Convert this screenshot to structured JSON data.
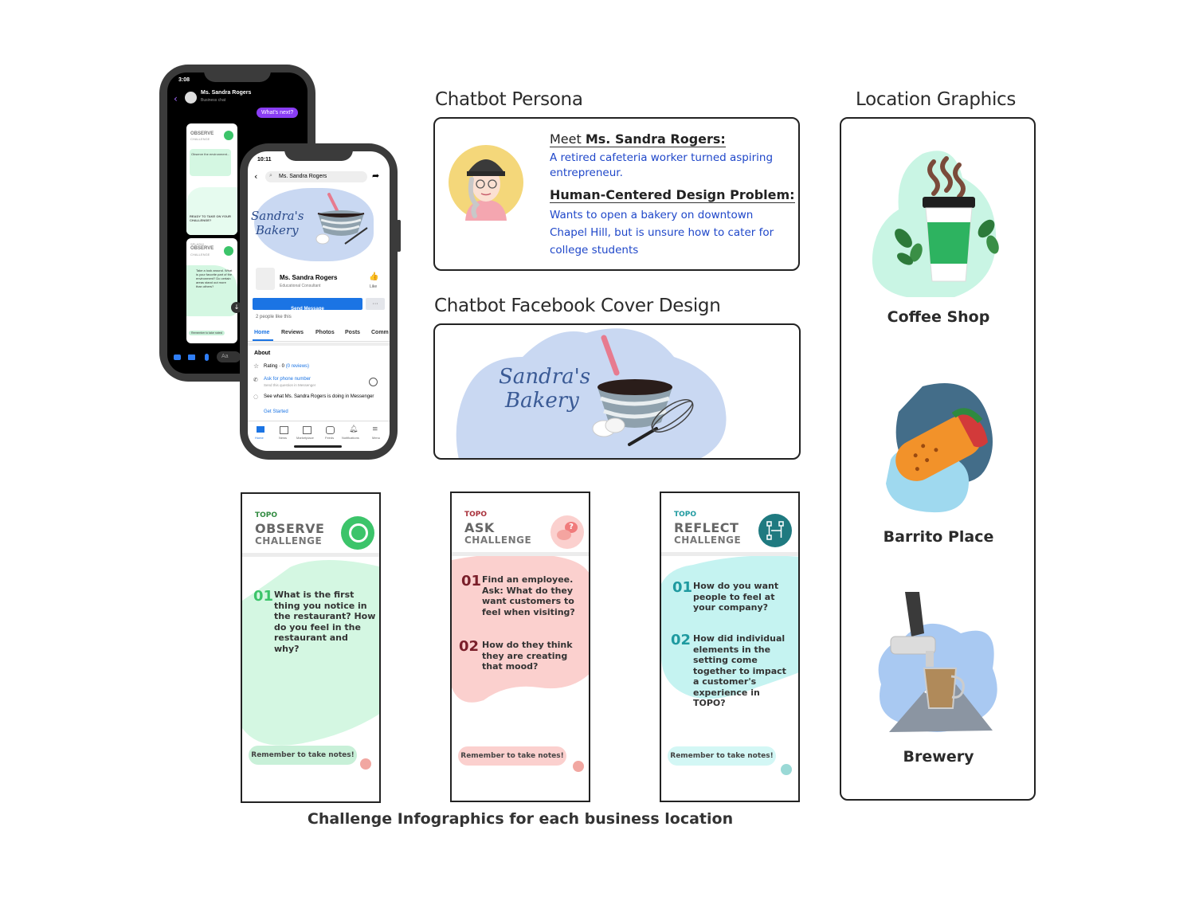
{
  "headings": {
    "persona": "Chatbot Persona",
    "cover": "Chatbot Facebook Cover Design",
    "location": "Location Graphics",
    "challenges": "Challenge Infographics for each business location"
  },
  "persona": {
    "meet_prefix": "Meet ",
    "meet_name": "Ms. Sandra Rogers:",
    "meet_text": "A retired cafeteria worker turned aspiring entrepreneur.",
    "problem_label": "Human-Centered Design Problem:",
    "problem_text": "Wants to open a bakery on downtown Chapel Hill, but is unsure how to cater for college students"
  },
  "cover": {
    "brand_line1": "Sandra's",
    "brand_line2": "Bakery"
  },
  "locations": [
    {
      "label": "Coffee Shop",
      "icon": "coffee-cup-icon"
    },
    {
      "label": "Barrito Place",
      "icon": "burrito-icon"
    },
    {
      "label": "Brewery",
      "icon": "beer-tap-icon"
    }
  ],
  "phone_back": {
    "time": "3:08",
    "contact": "Ms. Sandra Rogers",
    "contact_sub": "Business chat",
    "user_bubble": "What's next?",
    "card1_title": "OBSERVE",
    "card1_sub": "CHALLENGE",
    "card1_text": "Observe the environment...",
    "card2_text": "READY TO TAKE ON YOUR CHALLENGE?",
    "card3_topo": "SPLASH!",
    "card3_title": "OBSERVE",
    "card3_sub": "CHALLENGE",
    "card3_text": "Take a look around. What is your favorite part of the environment? Do certain areas stand out more than others?",
    "note": "Remember to take notes!",
    "input_placeholder": "Aa"
  },
  "phone_front": {
    "time": "10:11",
    "search": "Ms. Sandra Rogers",
    "brand_line1": "Sandra's",
    "brand_line2": "Bakery",
    "page_name": "Ms. Sandra Rogers",
    "page_role": "Educational Consultant",
    "like": "Like",
    "send_message": "Send Message",
    "more": "···",
    "likes_count": "2 people like this",
    "tabs": [
      "Home",
      "Reviews",
      "Photos",
      "Posts",
      "Comm"
    ],
    "about_title": "About",
    "rating_prefix": "Rating · 0 ",
    "rating_link": "(0 reviews)",
    "phone_link": "Ask for phone number",
    "phone_sub": "Send this question in Messenger",
    "messenger_text": "See what Ms. Sandra Rogers is doing in Messenger",
    "get_started": "Get Started",
    "nav": [
      "Home",
      "News",
      "Marketplace",
      "Feeds",
      "Notifications",
      "Menu"
    ]
  },
  "cards": [
    {
      "topo": "TOPO",
      "title": "OBSERVE",
      "sub": "CHALLENGE",
      "q1_num": "01",
      "q1": "What is the first thing you notice in the restaurant? How do you feel in the restaurant and why?",
      "note": "Remember to take notes!",
      "icon": "search-icon",
      "accent": "#3cc46a",
      "bg": "#d4f7e2"
    },
    {
      "topo": "TOPO",
      "title": "ASK",
      "sub": "CHALLENGE",
      "q1_num": "01",
      "q1": "Find an employee. Ask: What do they want customers to feel when visiting?",
      "q2_num": "02",
      "q2": "How do they think they are creating that mood?",
      "note": "Remember to take notes!",
      "icon": "question-chat-icon",
      "accent": "#a8303a",
      "bg": "#fbd0ce"
    },
    {
      "topo": "TOPO",
      "title": "REFLECT",
      "sub": "CHALLENGE",
      "q1_num": "01",
      "q1": "How do you want people to feel at your company?",
      "q2_num": "02",
      "q2": "How did individual elements in the setting come together to impact a customer's experience in TOPO?",
      "note": "Remember to take notes!",
      "icon": "flow-diagram-icon",
      "accent": "#1f9aa0",
      "bg": "#c5f3f1"
    }
  ]
}
